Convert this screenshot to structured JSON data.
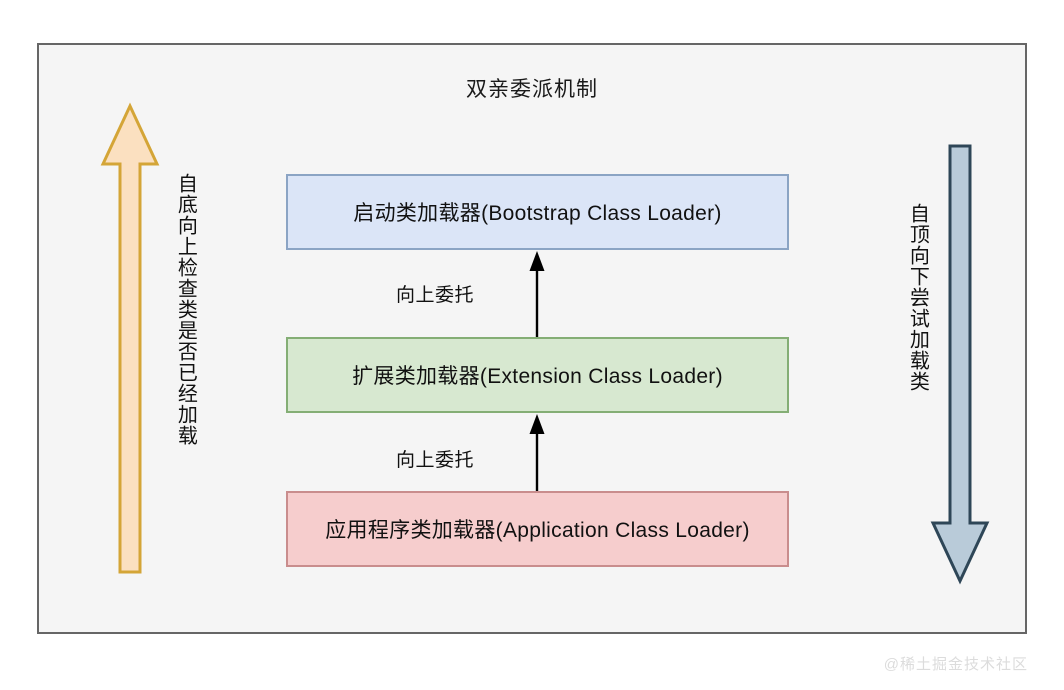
{
  "diagram": {
    "title": "双亲委派机制",
    "frame_background": "#f5f5f5",
    "frame_border": "#666666"
  },
  "boxes": [
    {
      "id": "bootstrap",
      "label": "启动类加载器(Bootstrap Class Loader)",
      "fill": "#dbe5f7",
      "stroke": "#8ba4c4"
    },
    {
      "id": "extension",
      "label": "扩展类加载器(Extension Class Loader)",
      "fill": "#d7e8d0",
      "stroke": "#84ae75"
    },
    {
      "id": "application",
      "label": "应用程序类加载器(Application Class Loader)",
      "fill": "#f6cdcd",
      "stroke": "#c98d8d"
    }
  ],
  "delegation": {
    "arrow_color": "#000000",
    "labels": [
      "向上委托",
      "向上委托"
    ]
  },
  "side_arrows": {
    "left": {
      "caption": "自底向上检查类是否已经加载",
      "direction": "up",
      "fill": "#fbe0c0",
      "stroke": "#d4a537"
    },
    "right": {
      "caption": "自顶向下尝试加载类",
      "direction": "down",
      "fill": "#b9cbd9",
      "stroke": "#2e4657"
    }
  },
  "watermark": {
    "text": "@稀土掘金技术社区",
    "color": "#dcdcdc"
  }
}
